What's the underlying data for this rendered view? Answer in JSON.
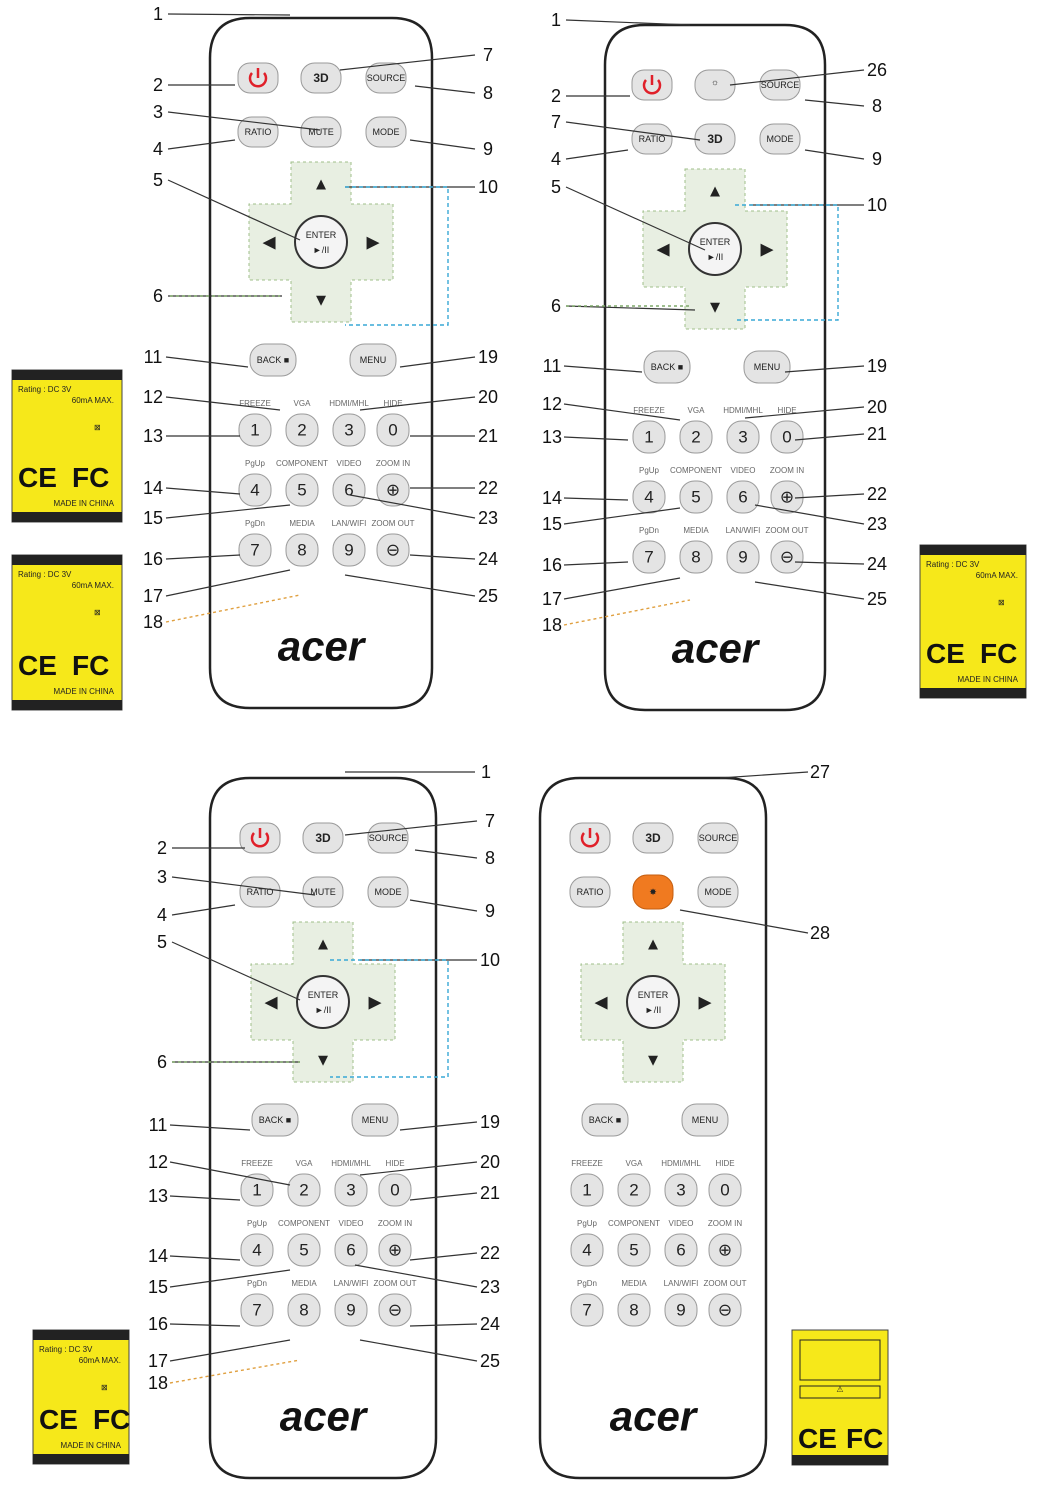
{
  "buttons": {
    "source": "SOURCE",
    "ratio": "RATIO",
    "mute": "MUTE",
    "mode": "MODE",
    "three_d": "3D",
    "enter": "ENTER",
    "enter_sub": "►/II",
    "back": "BACK ■",
    "menu": "MENU",
    "digits": [
      "1",
      "2",
      "3",
      "0",
      "4",
      "5",
      "6",
      "7",
      "8",
      "9"
    ],
    "row1_labels": [
      "FREEZE",
      "VGA",
      "HDMI/MHL",
      "HIDE"
    ],
    "row2_labels": [
      "PgUp",
      "COMPONENT",
      "VIDEO",
      "ZOOM IN"
    ],
    "row3_labels": [
      "PgDn",
      "MEDIA",
      "LAN/WIFI",
      "ZOOM OUT"
    ]
  },
  "brand": "acer",
  "labels": {
    "rating_line1": "Rating : DC 3V",
    "rating_line2": "60mA MAX.",
    "made_in": "MADE IN CHINA",
    "ce": "CE",
    "fc": "FC"
  },
  "callouts": {
    "r1": [
      "1",
      "2",
      "3",
      "4",
      "5",
      "6",
      "7",
      "8",
      "9",
      "10",
      "11",
      "12",
      "13",
      "14",
      "15",
      "16",
      "17",
      "18",
      "19",
      "20",
      "21",
      "22",
      "23",
      "24",
      "25"
    ],
    "r2": [
      "1",
      "2",
      "7",
      "4",
      "5",
      "6",
      "26",
      "8",
      "9",
      "10",
      "11",
      "12",
      "13",
      "14",
      "15",
      "16",
      "17",
      "18",
      "19",
      "20",
      "21",
      "22",
      "23",
      "24",
      "25"
    ],
    "r3": [
      "1",
      "2",
      "3",
      "4",
      "5",
      "6",
      "7",
      "8",
      "9",
      "10",
      "11",
      "12",
      "13",
      "14",
      "15",
      "16",
      "17",
      "18",
      "19",
      "20",
      "21",
      "22",
      "23",
      "24",
      "25"
    ],
    "r4": [
      "27",
      "28"
    ]
  },
  "colors": {
    "power_red": "#e0202a",
    "laser_orange": "#f07a20",
    "label_yellow": "#f6e81a"
  }
}
